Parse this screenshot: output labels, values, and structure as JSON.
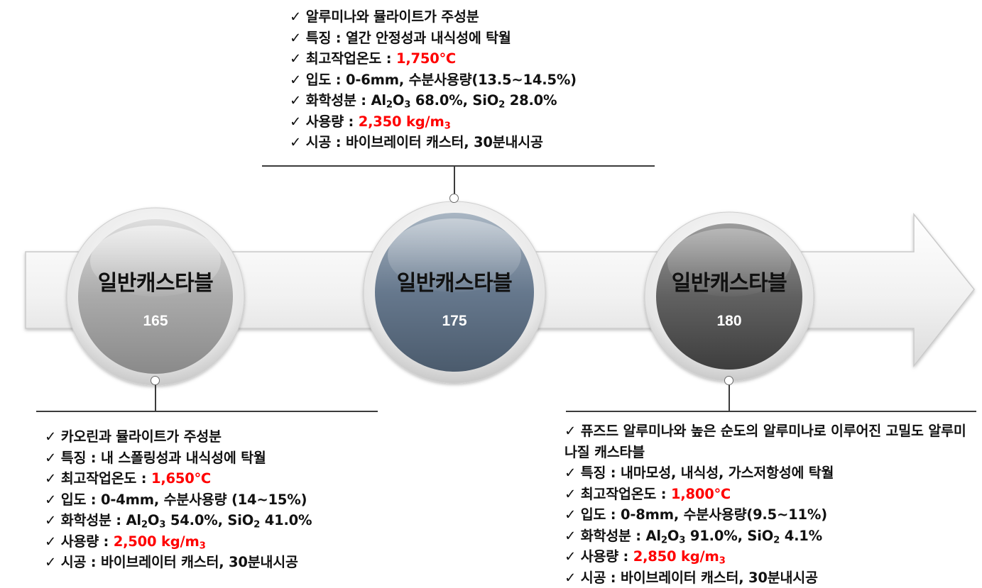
{
  "circles": [
    {
      "title": "일반캐스타블",
      "number": "165"
    },
    {
      "title": "일반캐스타블",
      "number": "175"
    },
    {
      "title": "일반캐스타블",
      "number": "180"
    }
  ],
  "check_mark": "✓",
  "box1": {
    "l1": "카오린과 뮬라이트가 주성분",
    "l2": "특징 : 내 스폴링성과 내식성에 탁월",
    "l3_label": "최고작업온도 : ",
    "l3_value": "1,650℃",
    "l4": "입도 : 0-4mm, 수분사용량 (14~15%)",
    "l5_label": "화학성분 : ",
    "l5_al": "Al",
    "l5_al_sub": "2",
    "l5_o": "O",
    "l5_o_sub": "3",
    "l5_al_val": " 54.0%, ",
    "l5_si": "SiO",
    "l5_si_sub": "2",
    "l5_si_val": " 41.0%",
    "l6_label": "사용량 : ",
    "l6_value": "2,500 kg/m",
    "l6_sub": "3",
    "l7": "시공 : 바이브레이터 캐스터, 30분내시공"
  },
  "box2": {
    "l1": "알루미나와 뮬라이트가 주성분",
    "l2": "특징 : 열간 안정성과 내식성에 탁월",
    "l3_label": "최고작업온도 : ",
    "l3_value": "1,750℃",
    "l4": "입도 : 0-6mm, 수분사용량(13.5~14.5%)",
    "l5_label": "화학성분 : ",
    "l5_al": "Al",
    "l5_al_sub": "2",
    "l5_o": "O",
    "l5_o_sub": "3",
    "l5_al_val": " 68.0%, ",
    "l5_si": "SiO",
    "l5_si_sub": "2",
    "l5_si_val": " 28.0%",
    "l6_label": "사용량 : ",
    "l6_value": "2,350 kg/m",
    "l6_sub": "3",
    "l7": "시공 : 바이브레이터 캐스터, 30분내시공"
  },
  "box3": {
    "l1": "퓨즈드 알루미나와 높은 순도의 알루미나로 이루어진 고밀도 알루미나질 캐스타블",
    "l2": "특징 : 내마모성, 내식성, 가스저항성에 탁월",
    "l3_label": "최고작업온도 : ",
    "l3_value": "1,800℃",
    "l4": "입도 : 0-8mm, 수분사용량(9.5~11%)",
    "l5_label": "화학성분 : ",
    "l5_al": "Al",
    "l5_al_sub": "2",
    "l5_o": "O",
    "l5_o_sub": "3",
    "l5_al_val": " 91.0%, ",
    "l5_si": "SiO",
    "l5_si_sub": "2",
    "l5_si_val": " 4.1%",
    "l6_label": "사용량 : ",
    "l6_value": "2,850 kg/m",
    "l6_sub": "3",
    "l7": "시공 : 바이브레이터 캐스터, 30분내시공"
  },
  "colors": {
    "arrow_fill": "#f2f2f2",
    "circle1": "#a6a6a6",
    "circle2": "#5e7085",
    "circle3": "#5a5a5a",
    "highlight": "#ff0000"
  }
}
